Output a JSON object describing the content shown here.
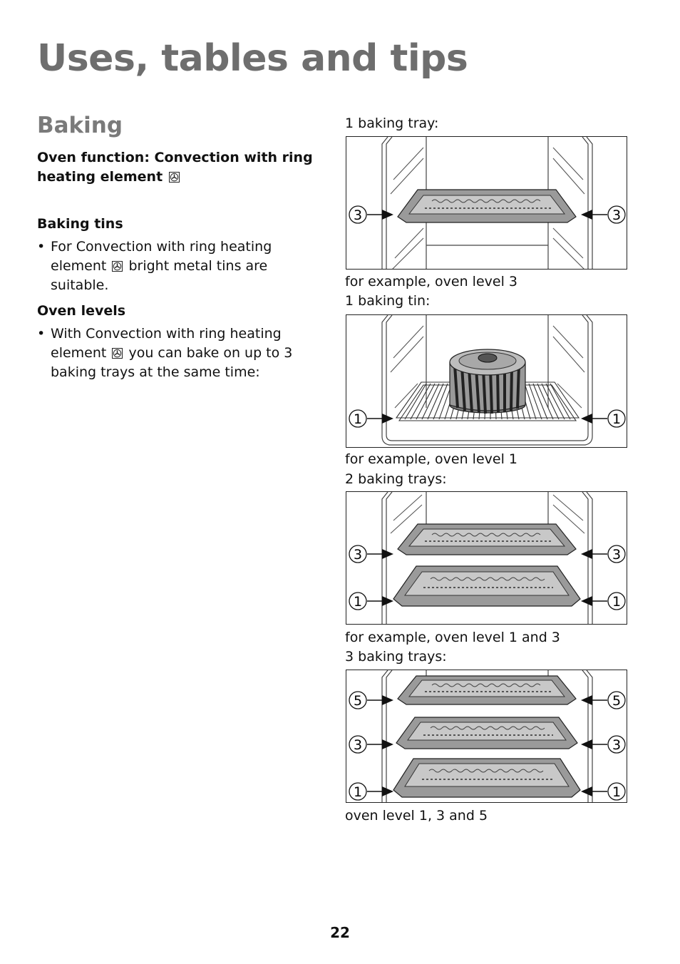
{
  "page": {
    "title": "Uses, tables and tips",
    "section_title": "Baking",
    "oven_function": "Oven function: Convection with ring heating element",
    "baking_tins": {
      "heading": "Baking tins",
      "bullet_pre": "For Convection with ring heating element",
      "bullet_post": "bright metal tins are suitable."
    },
    "oven_levels": {
      "heading": "Oven levels",
      "bullet_pre": "With Convection with ring heating element",
      "bullet_post": "you can bake on up to 3 baking trays at the same time:"
    },
    "page_number": "22"
  },
  "figures": [
    {
      "label": "1 baking tray:",
      "caption": "for example, oven level 3",
      "levels": [
        "3"
      ]
    },
    {
      "label": "1 baking tin:",
      "caption": "for example, oven level 1",
      "levels": [
        "1"
      ]
    },
    {
      "label": "2 baking trays:",
      "caption": "for example, oven level 1 and 3",
      "levels": [
        "3",
        "1"
      ]
    },
    {
      "label": "3 baking trays:",
      "caption": "oven level 1, 3 and 5",
      "levels": [
        "5",
        "3",
        "1"
      ]
    }
  ]
}
